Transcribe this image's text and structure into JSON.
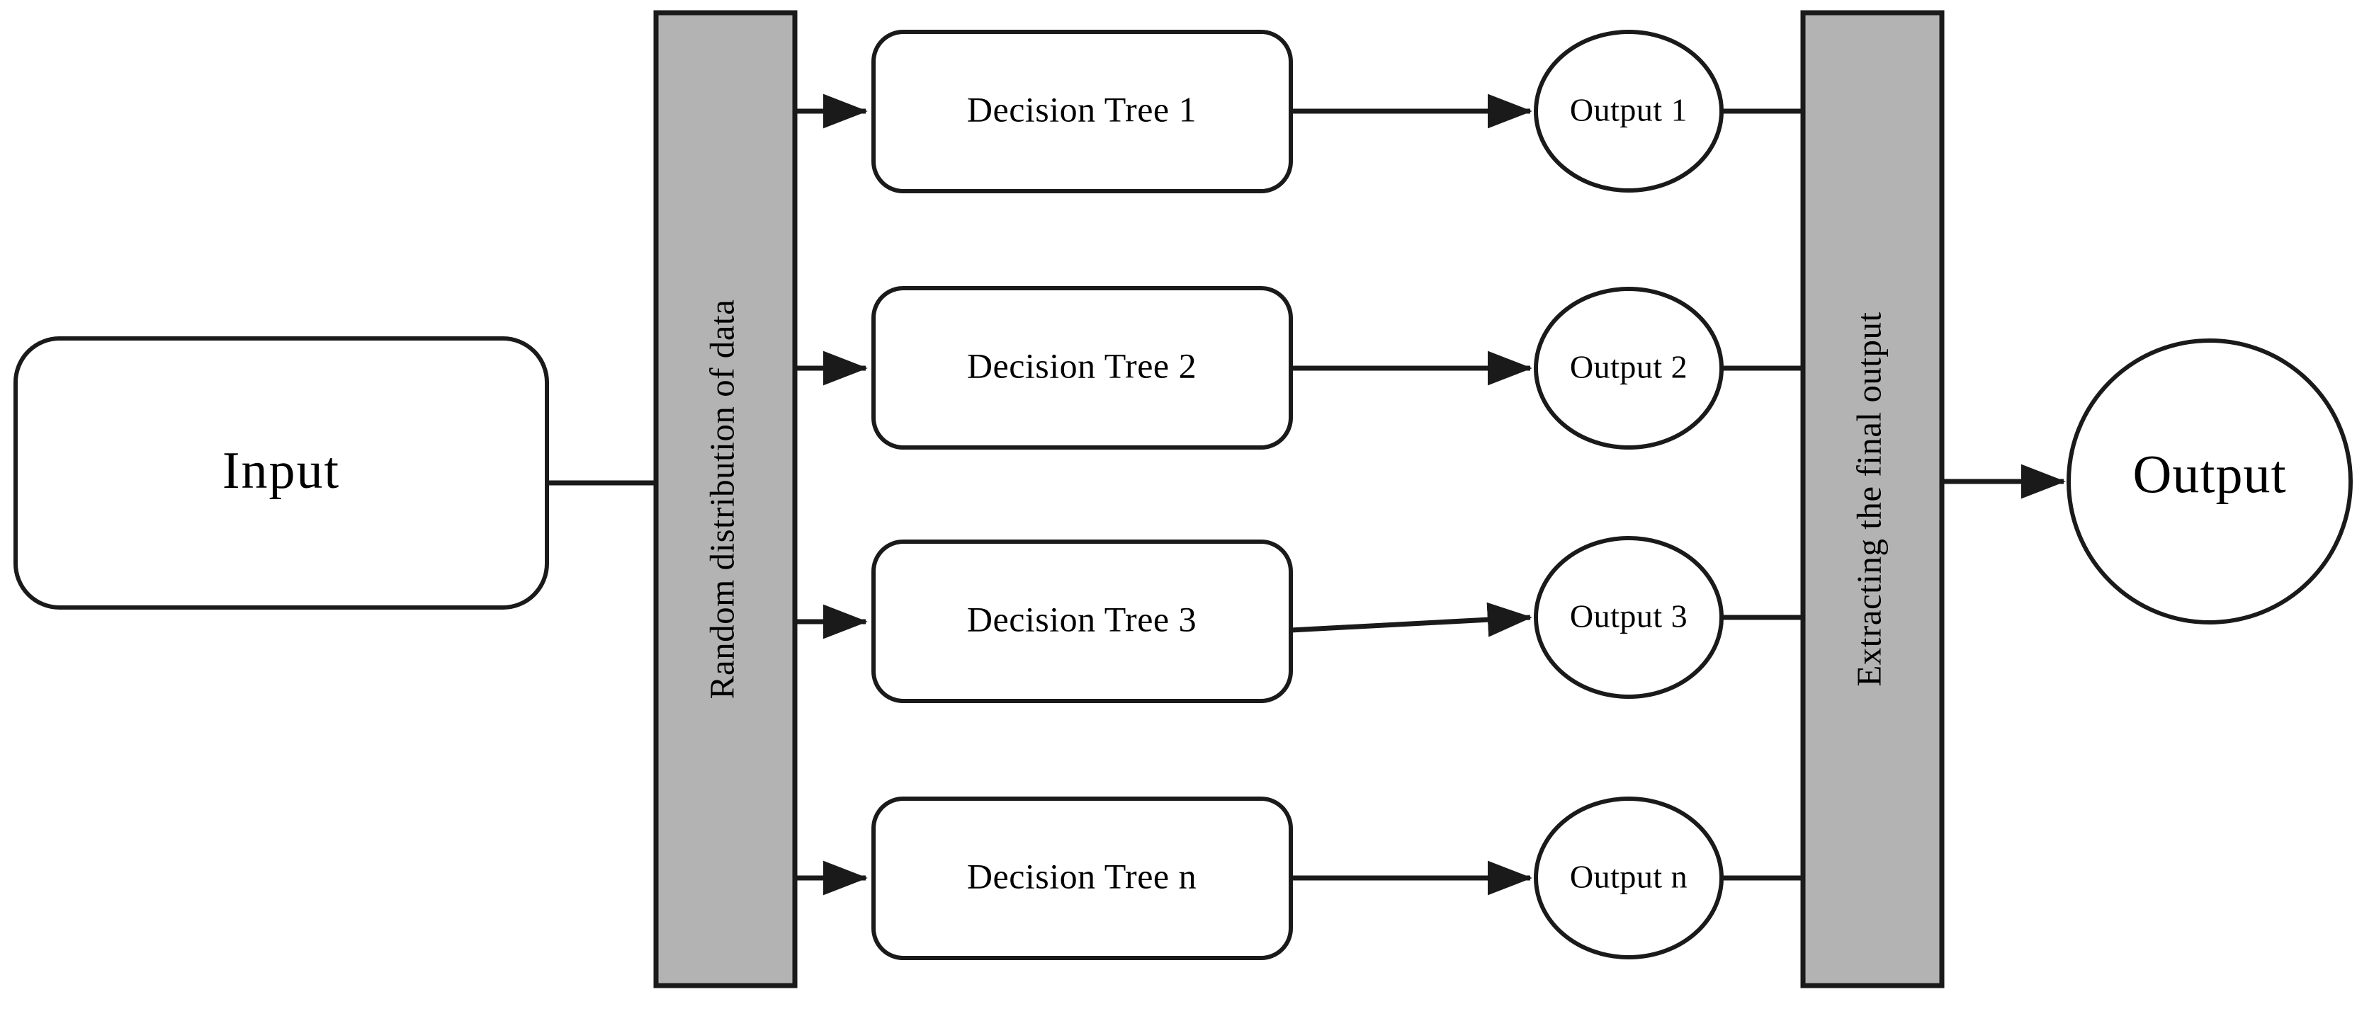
{
  "diagram": {
    "title_semantic": "random-forest-ensemble-flow",
    "background_color": "#ffffff",
    "stroke_color": "#1a1a1a",
    "band_fill_color": "#b3b3b3",
    "node_fill_color": "#ffffff"
  },
  "input_node": {
    "label": "Input",
    "shape": "rounded-rectangle"
  },
  "distribution_band": {
    "label": "Random distribution of data",
    "orientation": "vertical-bottom-to-top",
    "fill": "#b3b3b3"
  },
  "trees": [
    {
      "label": "Decision  Tree 1",
      "output_label": "Output 1"
    },
    {
      "label": "Decision  Tree 2",
      "output_label": "Output 2"
    },
    {
      "label": "Decision  Tree 3",
      "output_label": "Output 3"
    },
    {
      "label": "Decision  Tree n",
      "output_label": "Output n"
    }
  ],
  "aggregation_band": {
    "label": "Extracting the final output",
    "orientation": "vertical-bottom-to-top",
    "fill": "#b3b3b3"
  },
  "output_node": {
    "label": "Output",
    "shape": "circle"
  },
  "connectors": {
    "input_to_band": "line",
    "band_to_tree": "arrow",
    "tree_to_output": "arrow",
    "output_to_band": "line",
    "band_to_final": "arrow"
  }
}
